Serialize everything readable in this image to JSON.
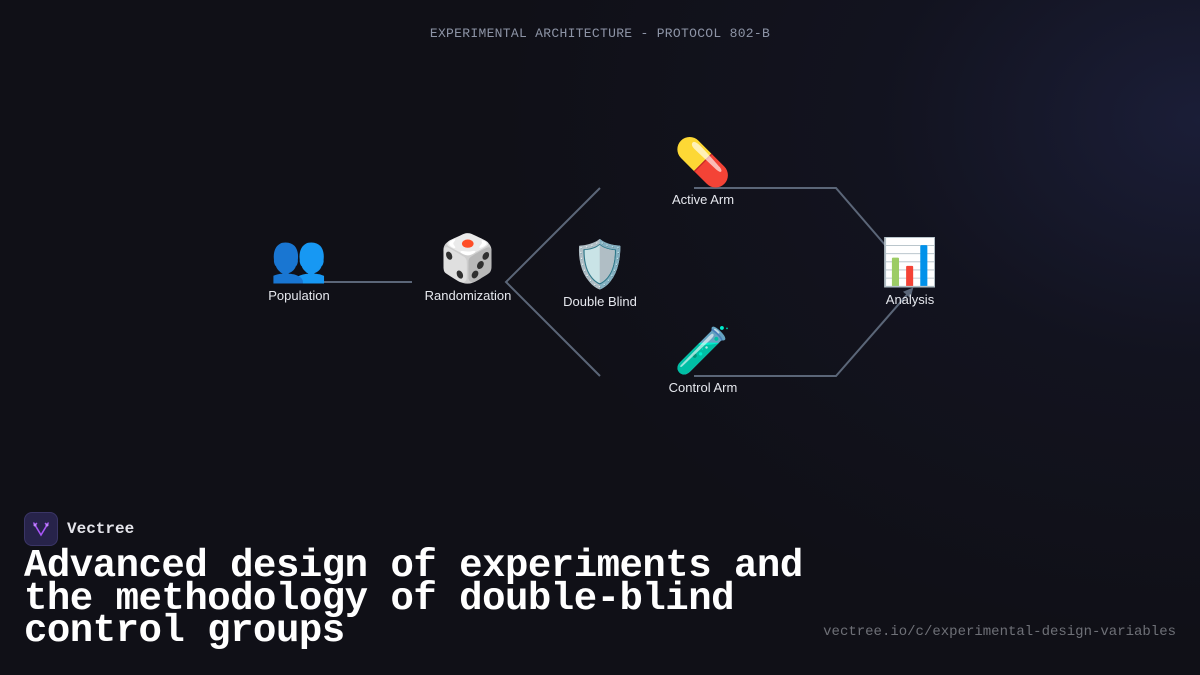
{
  "header": {
    "title": "EXPERIMENTAL ARCHITECTURE - PROTOCOL 802-B"
  },
  "diagram": {
    "edge_color": "#5b6678",
    "nodes": [
      {
        "id": "population",
        "label": "Population",
        "icon": "people-icon",
        "glyph": "👥"
      },
      {
        "id": "randomization",
        "label": "Randomization",
        "icon": "dice-icon",
        "glyph": "🎲"
      },
      {
        "id": "double_blind",
        "label": "Double Blind",
        "icon": "shield-sunglasses-icon",
        "glyph": "🛡️"
      },
      {
        "id": "active_arm",
        "label": "Active Arm",
        "icon": "pill-icon",
        "glyph": "💊"
      },
      {
        "id": "control_arm",
        "label": "Control Arm",
        "icon": "test-tube-icon",
        "glyph": "🧪"
      },
      {
        "id": "analysis",
        "label": "Analysis",
        "icon": "bar-chart-icon",
        "glyph": "📊"
      }
    ],
    "edges": [
      {
        "from": "population",
        "to": "randomization"
      },
      {
        "from": "randomization",
        "to": "active_arm"
      },
      {
        "from": "randomization",
        "to": "control_arm"
      },
      {
        "from": "active_arm",
        "to": "analysis"
      },
      {
        "from": "control_arm",
        "to": "analysis"
      }
    ]
  },
  "brand": {
    "name": "Vectree",
    "accent": "#a855f7"
  },
  "headline": "Advanced design of experiments and the methodology of double-blind control groups",
  "footer": {
    "url": "vectree.io/c/experimental-design-variables"
  }
}
